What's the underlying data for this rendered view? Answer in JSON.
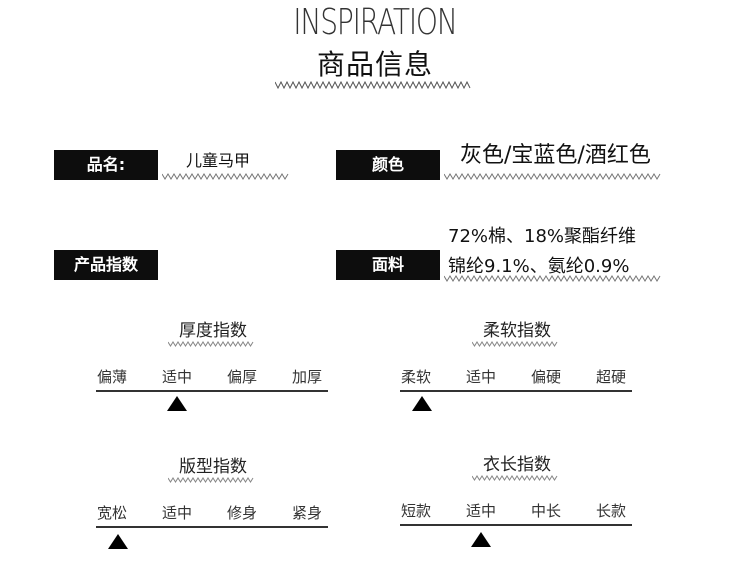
{
  "header": {
    "title_en": "INSPIRATION",
    "title_cn": "商品信息"
  },
  "info": {
    "name_label": "品名:",
    "name_value": "儿童马甲",
    "color_label": "颜色",
    "color_value": "灰色/宝蓝色/酒红色",
    "index_label": "产品指数",
    "fabric_label": "面料",
    "fabric_line1": "72%棉、18%聚酯纤维",
    "fabric_line2": "锦纶9.1%、氨纶0.9%"
  },
  "indices": [
    {
      "title": "厚度指数",
      "options": [
        "偏薄",
        "适中",
        "偏厚",
        "加厚"
      ],
      "selected": 1
    },
    {
      "title": "柔软指数",
      "options": [
        "柔软",
        "适中",
        "偏硬",
        "超硬"
      ],
      "selected": 0
    },
    {
      "title": "版型指数",
      "options": [
        "宽松",
        "适中",
        "修身",
        "紧身"
      ],
      "selected": 0
    },
    {
      "title": "衣长指数",
      "options": [
        "短款",
        "适中",
        "中长",
        "长款"
      ],
      "selected": 1
    }
  ]
}
